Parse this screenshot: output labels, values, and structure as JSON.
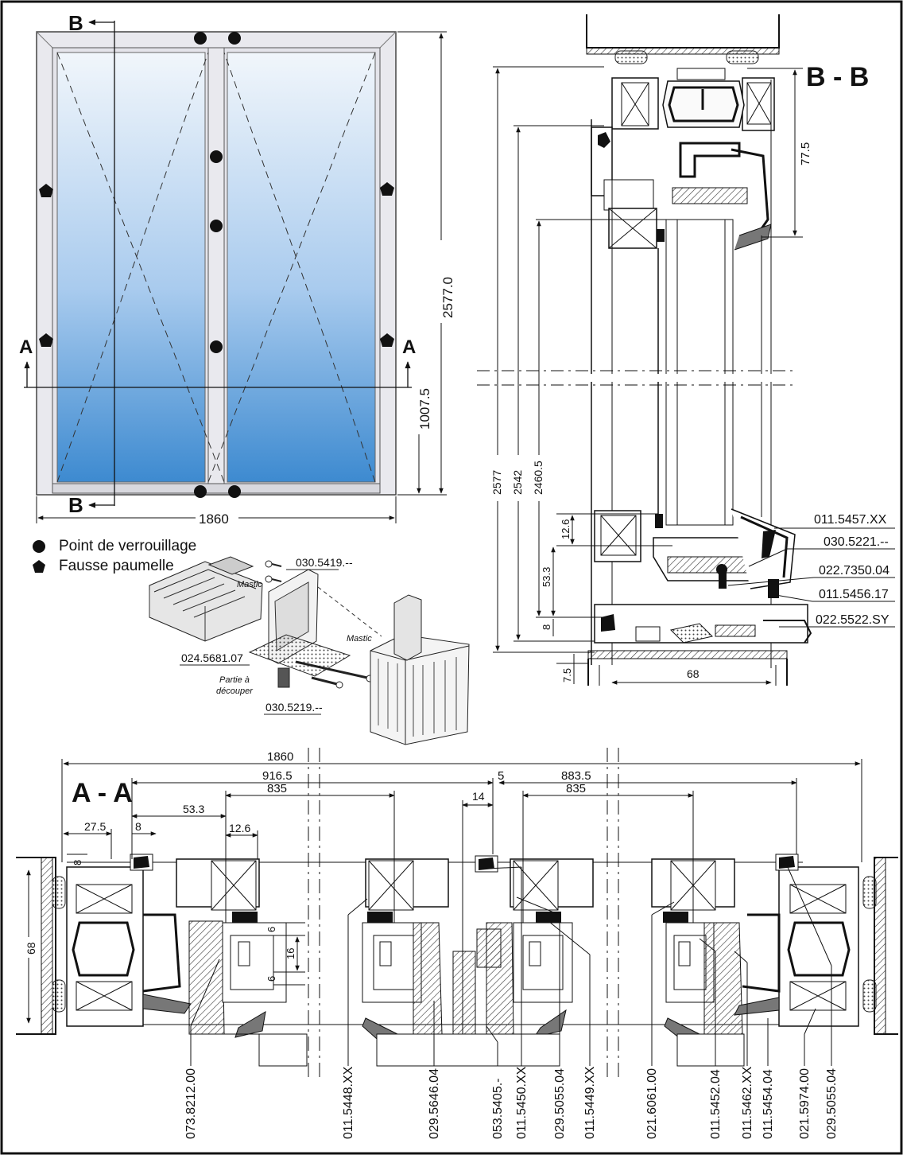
{
  "elevation": {
    "section_mark_b": "B",
    "section_mark_a": "A",
    "height_total": "2577.0",
    "handle_height": "1007.5",
    "width_total": "1860",
    "colors": {
      "glass_top": "#e8f1fa",
      "glass_bottom": "#3f8fd2",
      "frame": "#e9e9ee",
      "frame_edge": "#555"
    }
  },
  "legend": {
    "items": [
      {
        "symbol": "circle-icon",
        "label": "Point de verrouillage"
      },
      {
        "symbol": "pentagon-icon",
        "label": "Fausse paumelle"
      }
    ]
  },
  "detail_3d": {
    "labels": {
      "screw_code": "030.5419.--",
      "mastic_1": "Mastic",
      "mastic_2": "Mastic",
      "gasket_code": "024.5681.07",
      "cut_note_1": "Partie à",
      "cut_note_2": "découper",
      "bolt_code": "030.5219.--"
    }
  },
  "section_bb": {
    "title": "B - B",
    "dim_vertical_right": "77.5",
    "dims_left": [
      "2577",
      "2542",
      "2460.5"
    ],
    "dim_12_6": "12.6",
    "dim_53_3": "53.3",
    "dim_8": "8",
    "dim_7_5": "7.5",
    "dim_68": "68",
    "codes": [
      "011.5457.XX",
      "030.5221.--",
      "022.7350.04",
      "011.5456.17",
      "022.5522.SY"
    ]
  },
  "section_aa": {
    "title": "A - A",
    "dims_top": {
      "overall": "1860",
      "left_leaf": "916.5",
      "left_glass": "835",
      "gap": "5",
      "right_leaf": "883.5",
      "right_glass": "835",
      "d14": "14",
      "d53_3": "53.3",
      "d27_5": "27.5",
      "d8": "8",
      "d12_6": "12.6"
    },
    "dims_side": {
      "d8": "8",
      "d68": "68",
      "d6a": "6",
      "d16": "16",
      "d6b": "6"
    },
    "codes": [
      "073.8212.00",
      "011.5448.XX",
      "029.5646.04",
      "053.5405.-",
      "011.5450.XX",
      "029.5055.04",
      "011.5449.XX",
      "021.6061.00",
      "011.5452.04",
      "011.5462.XX",
      "011.5454.04",
      "021.5974.00",
      "029.5055.04"
    ]
  }
}
